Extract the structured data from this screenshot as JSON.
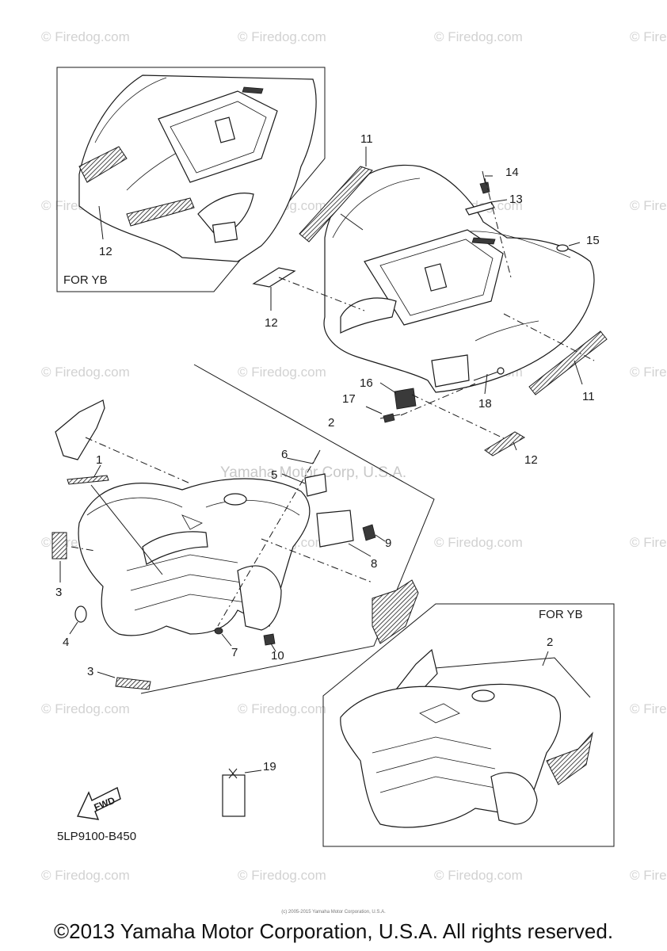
{
  "watermarks": {
    "firedog": "© Firedog.com",
    "yamaha": "Yamaha Motor Corp, U.S.A."
  },
  "boxes": {
    "top_left_label": "FOR YB",
    "bottom_right_label": "FOR YB"
  },
  "callouts": {
    "c1": "1",
    "c2a": "2",
    "c2b": "2",
    "c3a": "3",
    "c3b": "3",
    "c4": "4",
    "c5": "5",
    "c6": "6",
    "c7": "7",
    "c8": "8",
    "c9": "9",
    "c10": "10",
    "c11a": "11",
    "c11b": "11",
    "c12a": "12",
    "c12b": "12",
    "c12c": "12",
    "c13": "13",
    "c14": "14",
    "c15": "15",
    "c16": "16",
    "c17": "17",
    "c18": "18",
    "c19": "19"
  },
  "fwd_label": "FWD",
  "diagram_code": "5LP9100-B450",
  "tiny_credit": "(c) 2005-2015 Yamaha Motor Corporation, U.S.A.",
  "copyright": "©2013 Yamaha Motor Corporation, U.S.A. All rights reserved."
}
